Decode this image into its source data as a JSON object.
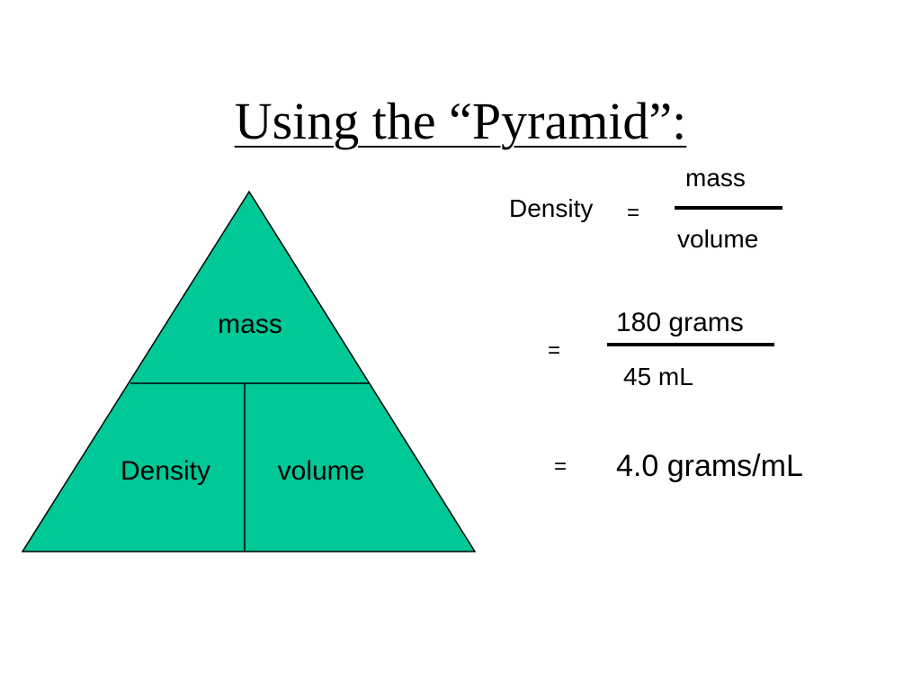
{
  "slide": {
    "title": "Using the “Pyramid”:",
    "colors": {
      "pyramid_fill": "#00c896",
      "pyramid_stroke": "#000000",
      "background": "#ffffff",
      "text": "#000000"
    },
    "pyramid": {
      "top_label": "mass",
      "bottom_left_label": "Density",
      "bottom_right_label": "volume"
    },
    "formula": {
      "lhs": "Density",
      "equals": "=",
      "numerator": "mass",
      "denominator": "volume"
    },
    "substitution": {
      "equals": "=",
      "numerator": "180 grams",
      "denominator": "45 mL"
    },
    "result": {
      "equals": "=",
      "value": "4.0 grams/mL"
    }
  }
}
